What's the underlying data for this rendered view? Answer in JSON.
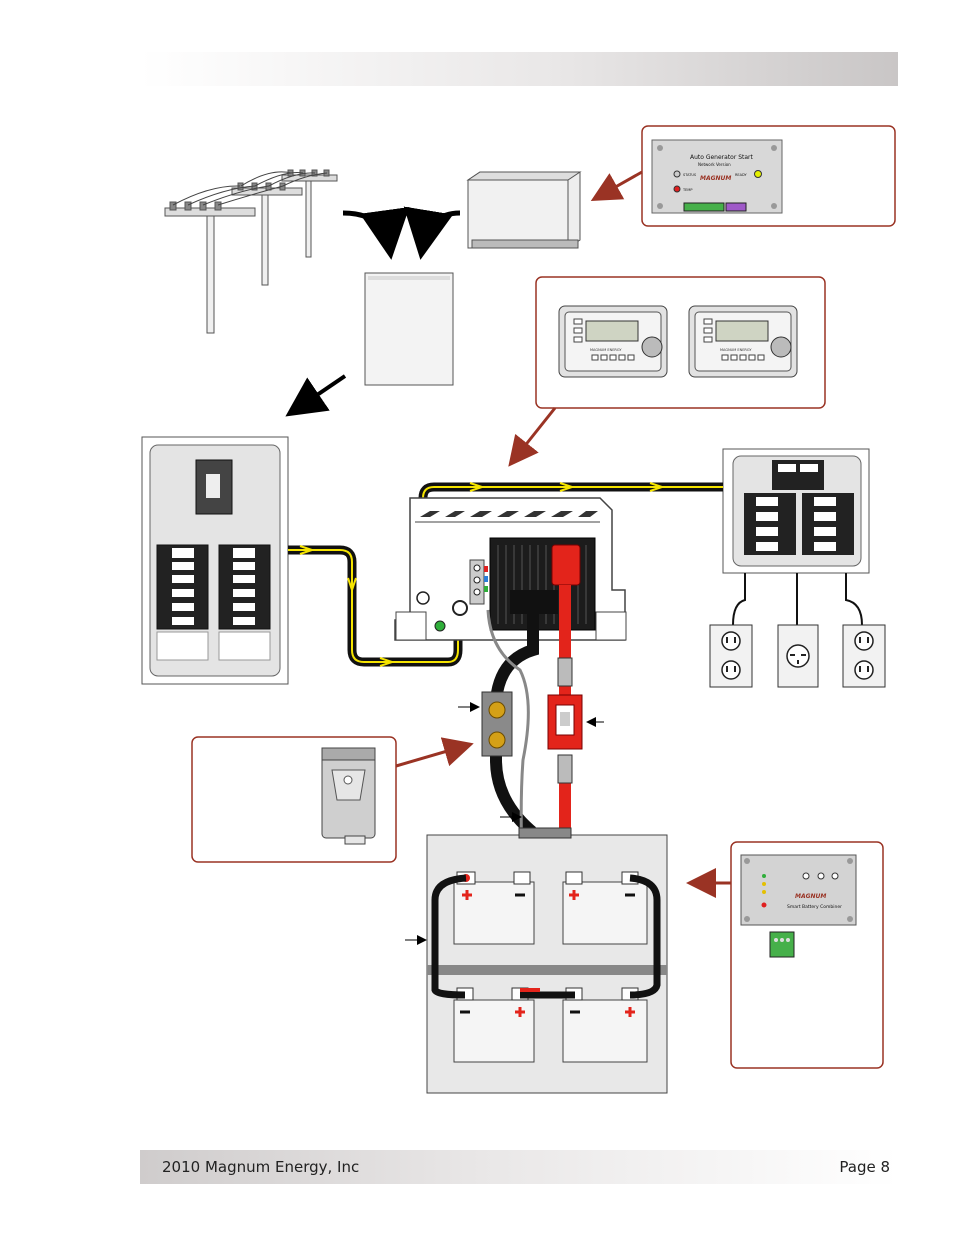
{
  "header": {},
  "footer": {
    "copyright": "2010 Magnum Energy, Inc",
    "page": "Page 8"
  },
  "ags": {
    "title": "Auto Generator Start",
    "subtitle": "Network Version",
    "brand": "MAGNUM",
    "led_status": "STATUS",
    "led_temp": "TEMP",
    "led_ready": "READY"
  },
  "remotes": {
    "brand": "MAGNUM ENERGY"
  },
  "combiner": {
    "title": "Smart Battery Combiner",
    "brand": "MAGNUM"
  },
  "colors": {
    "callout_border": "#9a3324",
    "arrow_red": "#9a3324",
    "cable_red": "#e3241b",
    "cable_yellow": "#f5e400",
    "cable_black": "#111111"
  }
}
